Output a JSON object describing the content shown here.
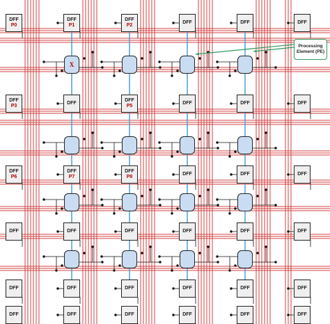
{
  "diagram": {
    "dff_label": "DFF",
    "pe_marker": "X",
    "callout": {
      "line1": "Processing",
      "line2": "Element (PE)"
    },
    "dff_grid": [
      [
        {
          "sub": "P0"
        },
        {
          "sub": "P1"
        },
        {
          "sub": "P2"
        },
        {
          "sub": ""
        },
        {
          "sub": ""
        },
        {
          "sub": ""
        }
      ],
      [
        {
          "sub": "P3"
        },
        {
          "sub": ""
        },
        {
          "sub": "P5"
        },
        {
          "sub": ""
        },
        {
          "sub": ""
        },
        {
          "sub": ""
        }
      ],
      [
        {
          "sub": "P6"
        },
        {
          "sub": "P7"
        },
        {
          "sub": "P8"
        },
        {
          "sub": ""
        },
        {
          "sub": ""
        },
        {
          "sub": ""
        }
      ],
      [
        {
          "sub": ""
        },
        {
          "sub": ""
        },
        {
          "sub": ""
        },
        {
          "sub": ""
        },
        {
          "sub": ""
        },
        {
          "sub": ""
        }
      ],
      [
        {
          "sub": ""
        },
        {
          "sub": ""
        },
        {
          "sub": ""
        },
        {
          "sub": ""
        },
        {
          "sub": ""
        },
        {
          "sub": ""
        }
      ],
      [
        {
          "sub": ""
        },
        {
          "sub": ""
        },
        {
          "sub": ""
        },
        {
          "sub": ""
        },
        {
          "sub": ""
        },
        {
          "sub": ""
        }
      ]
    ],
    "pe_rows": 4,
    "pe_cols": 4,
    "colors": {
      "wire": "#d04040",
      "link": "#4a9fd6",
      "pe_fill": "#c9dcf2",
      "pointer": "#2e9b5d",
      "node": "#111111"
    }
  }
}
